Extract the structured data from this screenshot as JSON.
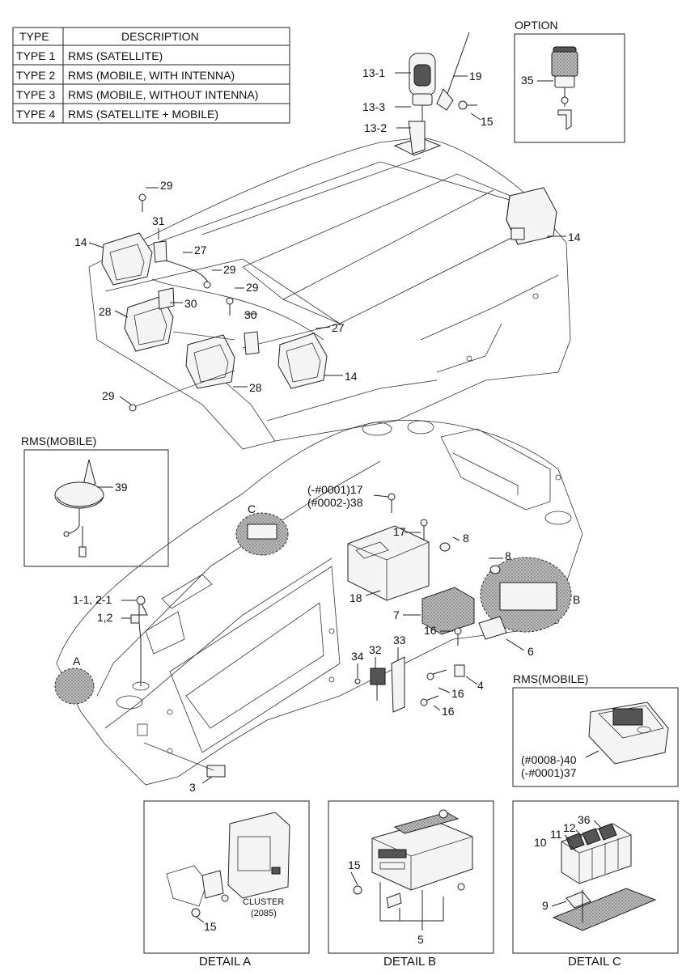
{
  "type_table": {
    "header_type": "TYPE",
    "header_description": "DESCRIPTION",
    "rows": [
      {
        "type": "TYPE 1",
        "description": "RMS (SATELLITE)"
      },
      {
        "type": "TYPE 2",
        "description": "RMS (MOBILE, WITH INTENNA)"
      },
      {
        "type": "TYPE 3",
        "description": "RMS (MOBILE, WITHOUT INTENNA)"
      },
      {
        "type": "TYPE 4",
        "description": "RMS (SATELLITE + MOBILE)"
      }
    ]
  },
  "option": {
    "title": "OPTION",
    "part": "35"
  },
  "rms_mobile_antenna": {
    "title": "RMS(MOBILE)",
    "part": "39"
  },
  "rms_mobile_unit": {
    "title": "RMS(MOBILE)",
    "label_a": "(#0008-)40",
    "label_b": "(-#0001)37"
  },
  "top_labels": {
    "l13_1": "13-1",
    "l19": "19",
    "l13_3": "13-3",
    "l15": "15",
    "l13_2": "13-2",
    "l29a": "29",
    "l31": "31",
    "l14a": "14",
    "l27a": "27",
    "l29b": "29",
    "l14b": "14",
    "l29c": "29",
    "l28a": "28",
    "l30a": "30",
    "l30b": "30",
    "l27b": "27",
    "l14c": "14",
    "l28b": "28",
    "l29d": "29"
  },
  "mid_labels": {
    "c": "C",
    "l17a": "(-#0001)17",
    "l38": "(#0002-)38",
    "l17b": "17",
    "l8a": "8",
    "l8b": "8",
    "b": "B",
    "l18": "18",
    "l7": "7",
    "l1_1": "1-1, 2-1",
    "l1_2": "1,2",
    "l16a": "16",
    "l6": "6",
    "l33": "33",
    "l34": "34",
    "l32": "32",
    "l4": "4",
    "l16b": "16",
    "l16c": "16",
    "a": "A",
    "l3": "3"
  },
  "detail_a": {
    "caption": "DETAIL A",
    "cluster": "CLUSTER",
    "cluster_code": "(2085)",
    "part": "15"
  },
  "detail_b": {
    "caption": "DETAIL B",
    "part_bolt": "15",
    "part_unit": "5"
  },
  "detail_c": {
    "caption": "DETAIL C",
    "p36": "36",
    "p12": "12",
    "p11": "11",
    "p10": "10",
    "p9": "9"
  }
}
